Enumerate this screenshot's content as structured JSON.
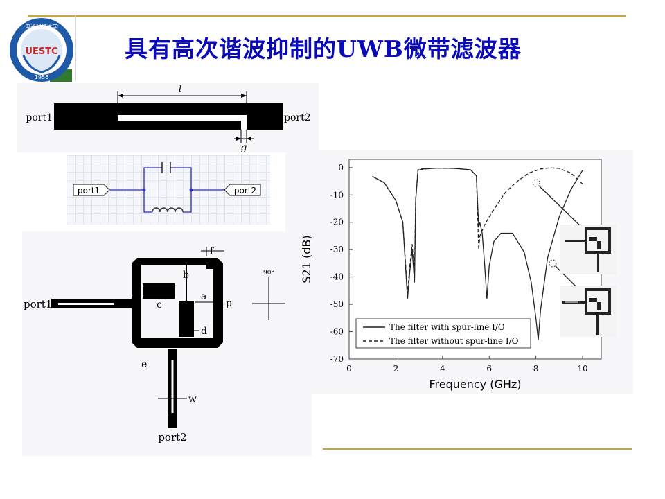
{
  "slide": {
    "title": "具有高次谐波抑制的UWB微带滤波器"
  },
  "logo": {
    "text_top": "电子科技大学",
    "text_center": "UESTC",
    "year": "1956"
  },
  "fig_spurline": {
    "port_left": "port1",
    "port_right": "port2",
    "dim_length": "l",
    "dim_gap": "g"
  },
  "fig_circuit": {
    "port_left": "port1",
    "port_right": "port2"
  },
  "fig_layout": {
    "port_in": "port1",
    "port_out": "port2",
    "dims": {
      "f": "f",
      "b": "b",
      "a": "a",
      "c": "c",
      "p": "p",
      "d": "d",
      "e": "e",
      "w": "w"
    },
    "angle": "90°"
  },
  "chart_data": {
    "type": "line",
    "title": "",
    "xlabel": "Frequency (GHz)",
    "ylabel": "S21 (dB)",
    "xlim": [
      0,
      10.8
    ],
    "ylim": [
      -70,
      3
    ],
    "xticks": [
      0,
      2,
      4,
      6,
      8,
      10
    ],
    "yticks": [
      0,
      -10,
      -20,
      -30,
      -40,
      -50,
      -60,
      -70
    ],
    "legend_placement": "bottom-left",
    "series": [
      {
        "name": "The filter with spur-line I/O",
        "style": "solid",
        "x": [
          1.0,
          1.5,
          2.0,
          2.3,
          2.5,
          2.6,
          2.7,
          2.8,
          2.85,
          2.95,
          3.2,
          3.8,
          4.5,
          5.2,
          5.45,
          5.55,
          5.6,
          5.7,
          5.8,
          5.9,
          6.0,
          6.2,
          6.5,
          7.0,
          7.5,
          7.8,
          8.0,
          8.1,
          8.2,
          8.5,
          9.0,
          9.5,
          10.0
        ],
        "y": [
          -3.2,
          -5.5,
          -12,
          -20,
          -48,
          -38,
          -30,
          -42,
          -12,
          -1,
          -0.5,
          -0.2,
          -0.3,
          -0.8,
          -3,
          -22,
          -20,
          -24,
          -35,
          -48,
          -36,
          -27,
          -24,
          -24,
          -31,
          -42,
          -55,
          -63,
          -52,
          -33,
          -18,
          -8,
          -1
        ]
      },
      {
        "name": "The filter without spur-line I/O",
        "style": "dashed",
        "x": [
          1.0,
          1.5,
          2.0,
          2.3,
          2.5,
          2.6,
          2.7,
          2.8,
          2.85,
          2.95,
          3.2,
          3.8,
          4.5,
          5.2,
          5.45,
          5.55,
          5.6,
          5.7,
          5.8,
          6.0,
          6.3,
          6.7,
          7.2,
          7.7,
          8.2,
          8.6,
          9.0,
          9.5,
          10.0
        ],
        "y": [
          -3.2,
          -5.5,
          -12,
          -20,
          -46,
          -36,
          -28,
          -40,
          -11,
          -0.8,
          -0.3,
          -0.2,
          -0.3,
          -0.8,
          -3,
          -30,
          -25,
          -23,
          -21,
          -18,
          -14,
          -9,
          -5,
          -2,
          -0.5,
          -0.1,
          -0.3,
          -2,
          -6
        ]
      }
    ]
  }
}
